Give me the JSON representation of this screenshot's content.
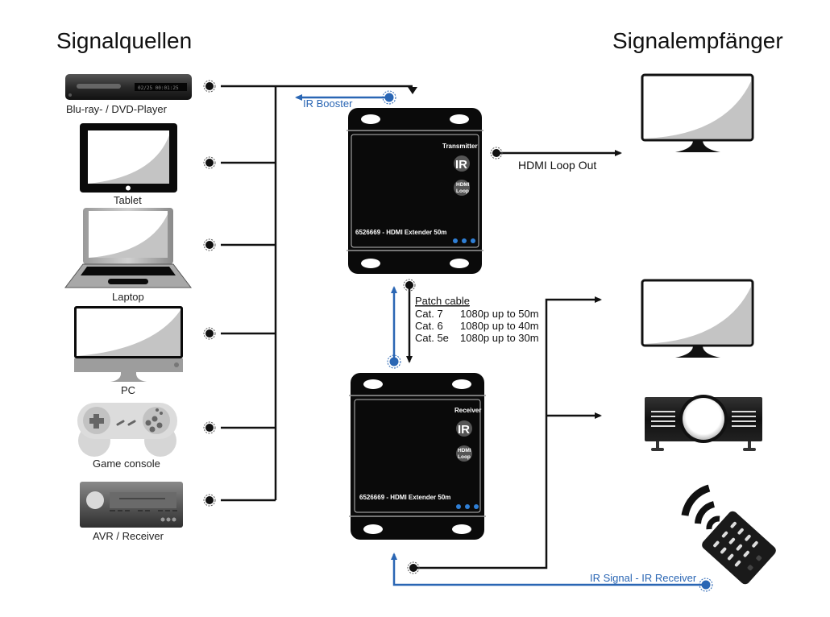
{
  "headings": {
    "sources": "Signalquellen",
    "receivers": "Signalempfänger"
  },
  "sources": [
    {
      "label": "Blu-ray- / DVD-Player",
      "icon": "bluray-player-icon",
      "display": "02/25 00:01:25"
    },
    {
      "label": "Tablet",
      "icon": "tablet-icon"
    },
    {
      "label": "Laptop",
      "icon": "laptop-icon"
    },
    {
      "label": "PC",
      "icon": "desktop-pc-icon"
    },
    {
      "label": "Game console",
      "icon": "gamepad-icon"
    },
    {
      "label": "AVR / Receiver",
      "icon": "av-receiver-icon"
    }
  ],
  "transmitter": {
    "role_label": "Transmitter",
    "ir_label": "IR",
    "hdmi_loop_line1": "HDMI",
    "hdmi_loop_line2": "Loop",
    "model": "6526669 - HDMI Extender 50m"
  },
  "receiver_unit": {
    "role_label": "Receiver",
    "ir_label": "IR",
    "hdmi_loop_line1": "HDMI",
    "hdmi_loop_line2": "Loop",
    "model": "6526669 - HDMI Extender 50m"
  },
  "connections": {
    "ir_booster": "IR Booster",
    "hdmi_loop_out": "HDMI Loop Out",
    "ir_signal": "IR Signal - IR Receiver"
  },
  "patch_cable": {
    "title": "Patch cable",
    "rows": [
      {
        "cat": "Cat. 7",
        "spec": "1080p up to 50m"
      },
      {
        "cat": "Cat. 6",
        "spec": "1080p up to 40m"
      },
      {
        "cat": "Cat. 5e",
        "spec": "1080p up to 30m"
      }
    ]
  },
  "destinations": [
    {
      "icon": "monitor-icon"
    },
    {
      "icon": "monitor-icon"
    },
    {
      "icon": "projector-icon"
    },
    {
      "icon": "remote-control-icon"
    }
  ],
  "colors": {
    "line": "#111111",
    "ir_blue": "#2a66b4",
    "device_black": "#0a0a0a",
    "led_blue": "#2f7fd6",
    "screen_gray": "#c4c4c4"
  }
}
